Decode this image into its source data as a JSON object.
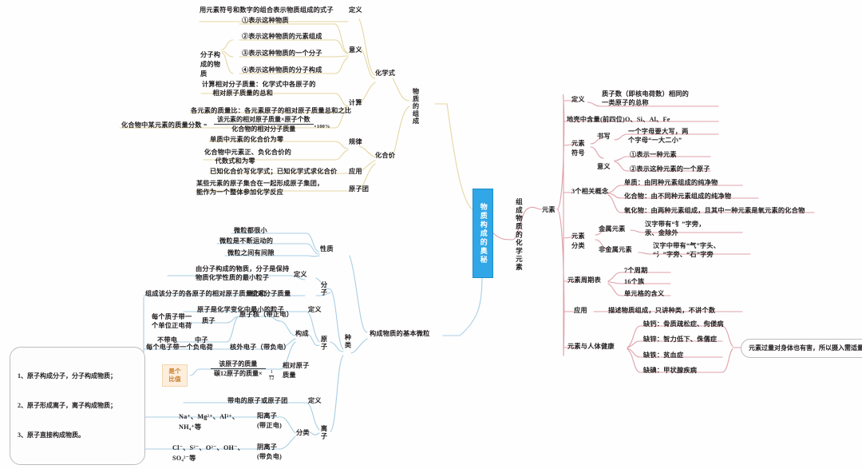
{
  "root": {
    "label": "物质构成的奥秘",
    "color": "#31a7e8"
  },
  "colors": {
    "yellow": "#e8d9a0",
    "pink": "#e3a6b0",
    "blue": "#a8cde4",
    "orange": "#c87f2b"
  },
  "branches": {
    "composition": {
      "label": "物质的组成",
      "children": {
        "formula": {
          "label": "化学式",
          "definition_label": "定义",
          "definition_text": "用元素符号和数字的组合表示物质组成的式子",
          "meaning_label": "意义",
          "meaning_subject": "分子构\n成的物\n质",
          "meaning_items": [
            "①表示这种物质",
            "②表示这种物质的元素组成",
            "③表示这种物质的一个分子",
            "④表示这种物质的分子构成"
          ],
          "calc_label": "计算",
          "calc_items": [
            "计算相对分子质量：化学式中各原子的\n      相对原子质量的总和",
            "各元素的质量比：各元素原子的相对原子质量总和之比"
          ],
          "mass_fraction_lead": "化合物中某元素的质量分数 =",
          "mass_fraction_numerator": "该元素的相对原子质量×原子个数",
          "mass_fraction_denominator": "化合物的相对分子质量",
          "mass_fraction_tail": "×100%"
        },
        "valence": {
          "label": "化合价",
          "rule_label": "规律",
          "rule_items": [
            "单质中元素的化合价为零",
            "化合物中元素正、负化合价的\n      代数式和为零"
          ],
          "application_label": "应用",
          "application_text": "已知化合价写化学式；已知化学式求化合价",
          "group_label": "原子团",
          "group_text": "某些元素的原子集合在一起形成原子集团，\n能作为一个整体参加化学反应"
        }
      }
    },
    "elements": {
      "label": "组成物质的化学元素",
      "node_label": "元素",
      "definition_label": "定义",
      "definition_text": "质子数（即核电荷数）相同的\n一类原子的总称",
      "crust_text": "地壳中含量(前四位)O、Si、Al、Fe",
      "symbol": {
        "label": "元素\n符号",
        "writing_label": "书写",
        "writing_text": "一个字母要大写，两\n个字母“一大二小”",
        "meaning_label": "意义",
        "meaning_items": [
          "①表示一种元素",
          "②表示这种元素的一个原子"
        ]
      },
      "three_concepts": {
        "label": "3个相关概念",
        "items": [
          "单质：由同种元素组成的纯净物",
          "化合物：由不同种元素组成的纯净物",
          "氧化物：由两种元素组成，且其中一种元素是氧元素的化合物"
        ]
      },
      "classification": {
        "label": "元素\n分类",
        "metal_label": "金属元素",
        "metal_text": "汉字带有“钅”字旁，\n汞、金除外",
        "nonmetal_label": "非金属元素",
        "nonmetal_text": "汉字中带有“气”字头、\n“氵”字旁、“石”字旁"
      },
      "periodic_table": {
        "label": "元素周期表",
        "items": [
          "7个周期",
          "16个族",
          "单元格的含义"
        ]
      },
      "application": {
        "label": "应用",
        "text": "描述物质组成，只讲种类，不讲个数"
      },
      "health": {
        "label": "元素与人体健康",
        "items": [
          "缺钙：骨质疏松症、佝偻病",
          "缺锌：智力低下、侏儒症",
          "缺铁：贫血症",
          "缺碘：甲状腺疾病"
        ],
        "note": "元素过量对身体也有害，所以摄入需适量"
      }
    },
    "particles": {
      "label": "构成物质的基本微粒",
      "properties": {
        "label": "性质",
        "items": [
          "微粒都很小",
          "微粒是不断运动的",
          "微粒之间有间隙"
        ]
      },
      "kinds_label": "种类",
      "molecule": {
        "label": "分子",
        "definition_label": "定义",
        "definition_text": "由分子构成的物质，分子是保持\n物质化学性质的最小粒子",
        "mass_label": "相对分子质量",
        "mass_text": "组成该分子的各原子的相对原子质量之和"
      },
      "atom": {
        "label": "原子",
        "definition_label": "定义",
        "definition_text": "原子是化学变化中最小的粒子",
        "structure_label": "构成",
        "nucleus_label": "原子核（带正电）",
        "proton_label": "质子",
        "proton_text": "每个质子带一\n个单位正电荷",
        "neutron_label": "中子",
        "neutron_text": "不带电",
        "electron_label": "核外电子（带负电）",
        "electron_text": "每个电子带一个负电荷",
        "relative_mass_label": "相对原子\n质量",
        "relative_mass_numerator": "该原子的质量",
        "relative_mass_denominator": "碳12原子的质量×",
        "relative_mass_fraction": "1/12",
        "ratio_tag": "是个\n比值"
      },
      "ion": {
        "label": "离子",
        "definition_label": "定义",
        "definition_text": "带电的原子或原子团",
        "classification_label": "分类",
        "cation_label": "阳离子\n(带正电)",
        "cation_text": "Na⁺、Mg²⁺、Al³⁺、\nNH₄⁺等",
        "anion_label": "阴离子\n(带负电)",
        "anion_text": "Cl⁻、S²⁻、O²⁻、OH⁻、\nSO₄²⁻等"
      }
    }
  },
  "legend": {
    "lines": [
      "1、原子构成分子，分子构成物质；",
      "2、原子形成离子，离子构成物质；",
      "3、原子直接构成物质。"
    ]
  }
}
